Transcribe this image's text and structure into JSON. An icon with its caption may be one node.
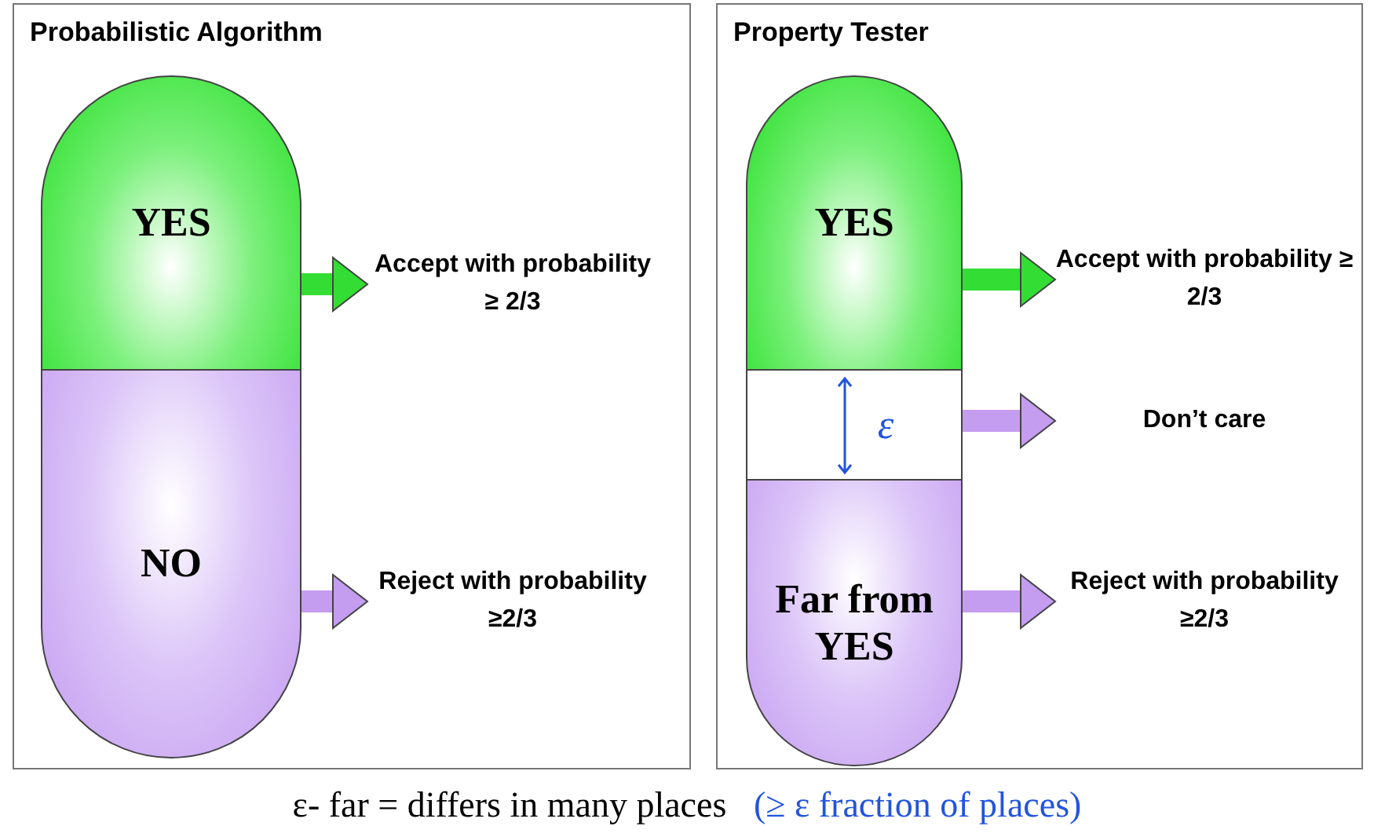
{
  "diagram": {
    "caption": "ε- far = differs in many places",
    "nodes": [
      {
        "text": [
          "Probabilistic Algorithm"
        ]
      },
      {
        "text": [
          "YES"
        ],
        "in": 0
      },
      {
        "text": [
          "NO"
        ],
        "in": 0
      },
      {
        "text": [
          "Accept with probability ≥ 2/3"
        ],
        "in": 0
      },
      {
        "text": [
          "Reject with probability ≥2/3"
        ],
        "in": 0
      },
      {
        "text": [
          "Property Tester"
        ]
      },
      {
        "text": [
          "YES"
        ],
        "in": 5
      },
      {
        "text": [
          "ε"
        ],
        "in": 5
      },
      {
        "text": [
          "Far from YES"
        ],
        "in": 5
      },
      {
        "text": [
          "Accept with probability ≥ 2/3"
        ],
        "in": 5
      },
      {
        "text": [
          "Don’t care"
        ],
        "in": 5
      },
      {
        "text": [
          "Reject with probability ≥2/3"
        ],
        "in": 5
      }
    ],
    "edges": [
      {
        "from": 1,
        "to": 3,
        "arrow": "to",
        "color": "#33dd33"
      },
      {
        "from": 2,
        "to": 4,
        "arrow": "to"
      },
      {
        "from": 6,
        "to": 9,
        "arrow": "to",
        "color": "#33dd33"
      },
      {
        "from": 7,
        "to": 10,
        "arrow": "to"
      },
      {
        "from": 8,
        "to": 11,
        "arrow": "to"
      }
    ],
    "labels": [
      "(≥ ε fraction of places)"
    ]
  }
}
